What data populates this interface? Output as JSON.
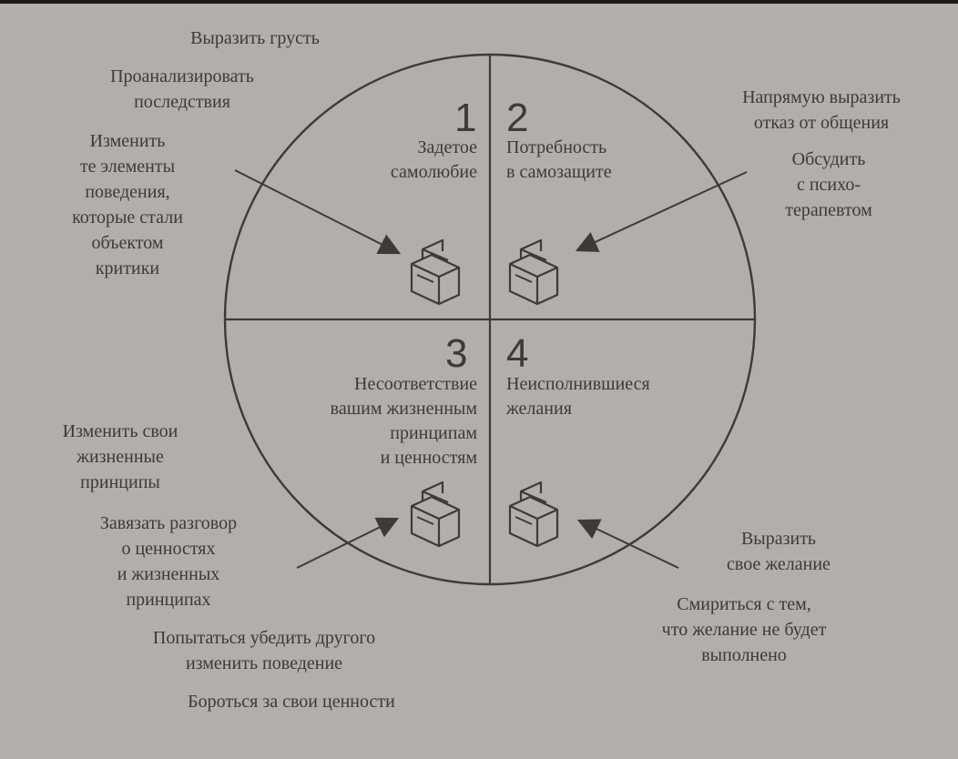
{
  "quadrants": [
    {
      "number": "1",
      "title": "Задетое\nсамолюбие"
    },
    {
      "number": "2",
      "title": "Потребность\nв самозащите"
    },
    {
      "number": "3",
      "title": "Несоответствие\nвашим жизненным\nпринципам\nи ценностям"
    },
    {
      "number": "4",
      "title": "Неисполнившиеся\nжелания"
    }
  ],
  "actions": {
    "q1": [
      "Выразить грусть",
      "Проанализировать\nпоследствия",
      "Изменить\nте элементы\nповедения,\nкоторые стали\nобъектом\nкритики"
    ],
    "q2": [
      "Напрямую выразить\nотказ от общения",
      "Обсудить\nс психо-\nтерапевтом"
    ],
    "q3": [
      "Изменить свои\nжизненные\nпринципы",
      "Завязать разговор\nо ценностях\nи жизненных\nпринципах",
      "Попытаться убедить другого\nизменить поведение",
      "Бороться за свои ценности"
    ],
    "q4": [
      "Выразить\nсвое желание",
      "Смириться с тем,\nчто желание не будет\nвыполнено"
    ]
  },
  "icons": [
    "toolbox-icon",
    "toolbox-icon",
    "toolbox-icon",
    "toolbox-icon"
  ],
  "colors": {
    "background": "#b3adab",
    "ink": "#3e3a38",
    "frame": "#1a1a1a"
  }
}
